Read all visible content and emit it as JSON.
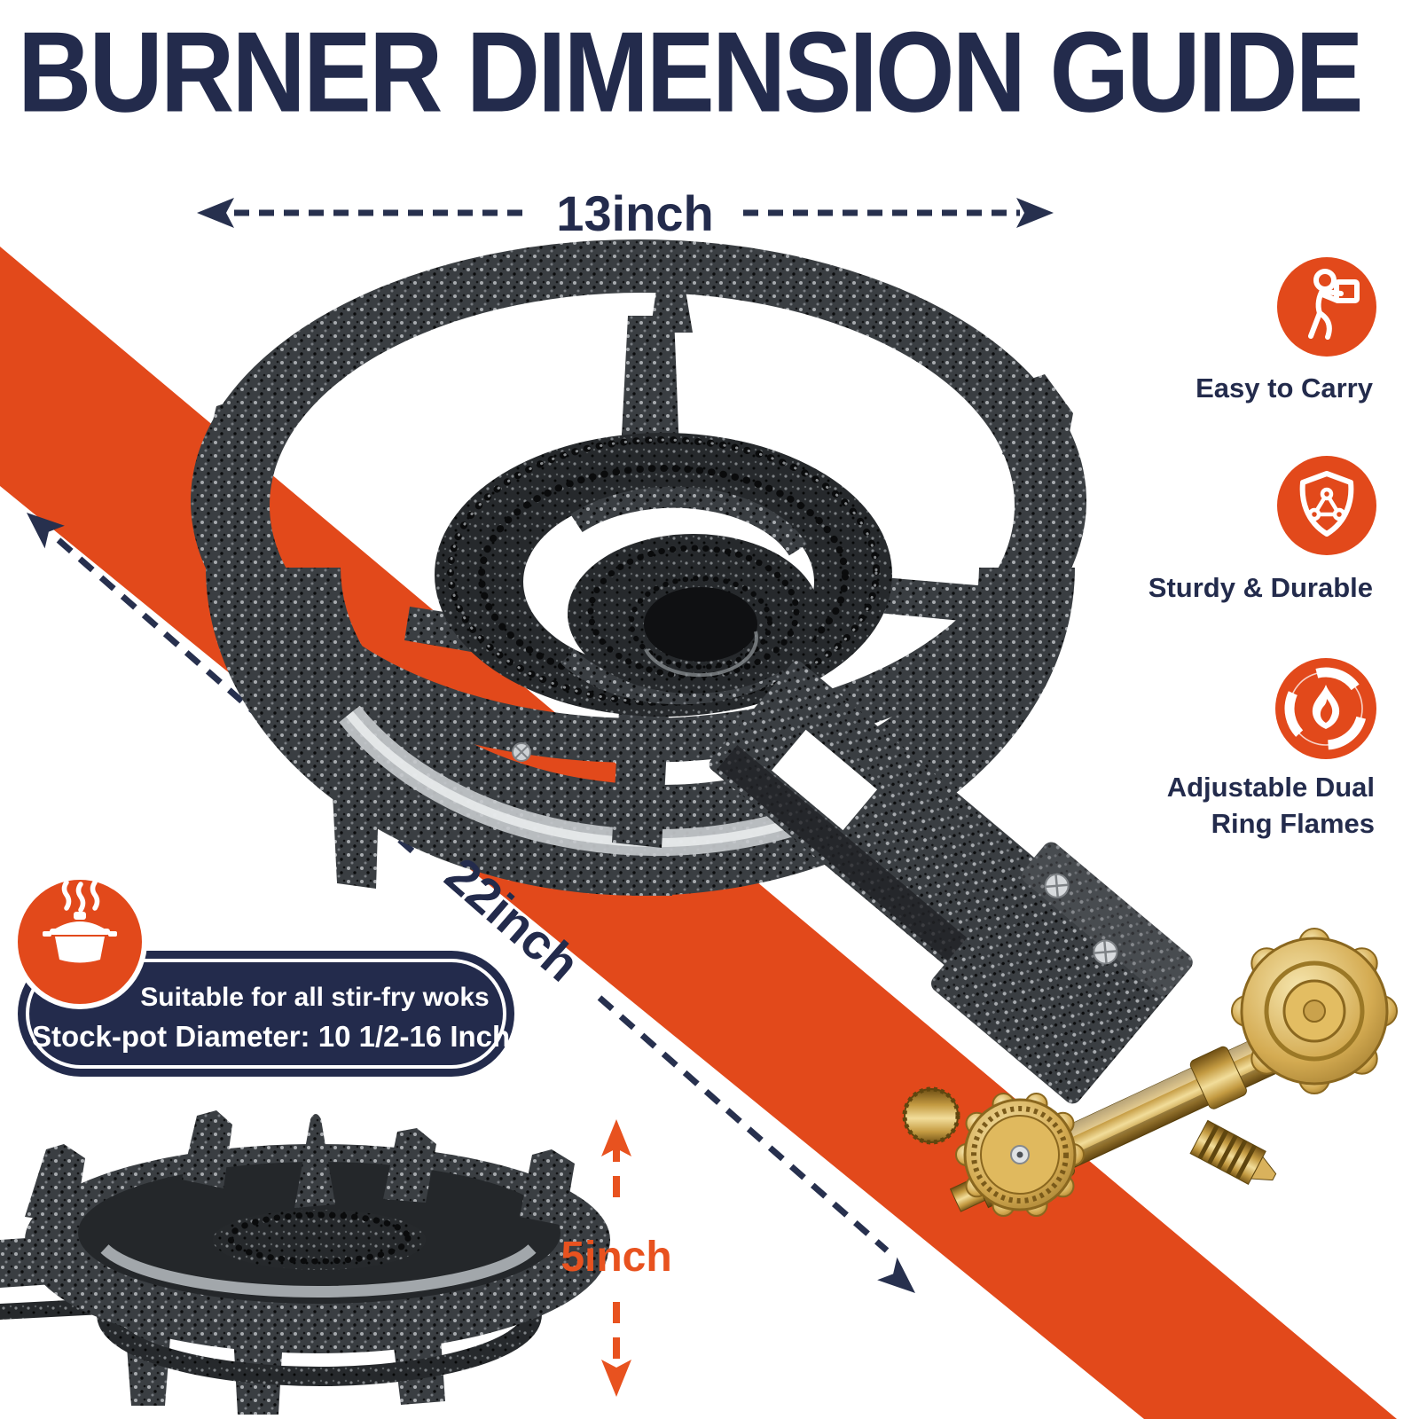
{
  "title": "BURNER DIMENSION GUIDE",
  "dimensions": {
    "diameter": "13inch",
    "length": "22inch",
    "height": "5inch"
  },
  "features": [
    {
      "icon": "person-carrying-box-icon",
      "label": "Easy to Carry"
    },
    {
      "icon": "shield-triangle-icon",
      "label": "Sturdy & Durable"
    },
    {
      "icon": "dual-ring-flame-icon",
      "label_line1": "Adjustable Dual",
      "label_line2": "Ring Flames"
    }
  ],
  "badge": {
    "icon": "steaming-stockpot-icon",
    "line1": "Suitable for all stir-fry woks",
    "line2": "Stock-pot Diameter: 10 1/2-16 Inch"
  },
  "colors": {
    "navy": "#232B4C",
    "orange": "#E2491B",
    "dimension_orange": "#E8521F",
    "white": "#FFFFFF"
  }
}
